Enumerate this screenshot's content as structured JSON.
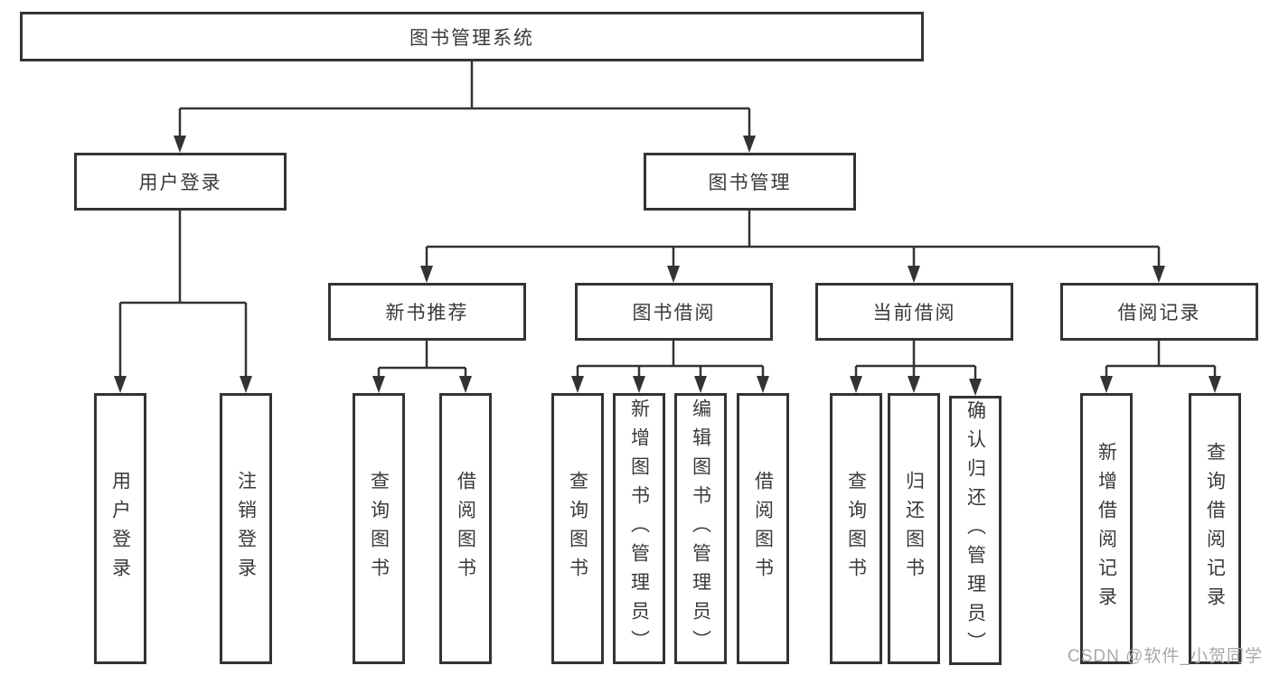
{
  "diagram": {
    "type": "hierarchy-diagram",
    "title": "图书管理系统",
    "nodes": {
      "root": {
        "label": "图书管理系统"
      },
      "user_login": {
        "label": "用户登录"
      },
      "book_mgmt": {
        "label": "图书管理"
      },
      "new_book_rec": {
        "label": "新书推荐"
      },
      "book_borrow": {
        "label": "图书借阅"
      },
      "current_borrow": {
        "label": "当前借阅"
      },
      "borrow_records": {
        "label": "借阅记录"
      },
      "leaf_user_login": {
        "label": "用户登录"
      },
      "leaf_logout": {
        "label": "注销登录"
      },
      "leaf_rec_query_book": {
        "label": "查询图书"
      },
      "leaf_rec_borrow_book": {
        "label": "借阅图书"
      },
      "leaf_bb_query_book": {
        "label": "查询图书"
      },
      "leaf_bb_add_book": {
        "label": "新增图书（管理员）"
      },
      "leaf_bb_edit_book": {
        "label": "编辑图书（管理员）"
      },
      "leaf_bb_borrow_book": {
        "label": "借阅图书"
      },
      "leaf_cb_query_book": {
        "label": "查询图书"
      },
      "leaf_cb_return_book": {
        "label": "归还图书"
      },
      "leaf_cb_confirm_return": {
        "label": "确认归还（管理员）"
      },
      "leaf_br_add_record": {
        "label": "新增借阅记录"
      },
      "leaf_br_query_record": {
        "label": "查询借阅记录"
      }
    },
    "edges": [
      [
        "root",
        "user_login"
      ],
      [
        "root",
        "book_mgmt"
      ],
      [
        "user_login",
        "leaf_user_login"
      ],
      [
        "user_login",
        "leaf_logout"
      ],
      [
        "book_mgmt",
        "new_book_rec"
      ],
      [
        "book_mgmt",
        "book_borrow"
      ],
      [
        "book_mgmt",
        "current_borrow"
      ],
      [
        "book_mgmt",
        "borrow_records"
      ],
      [
        "new_book_rec",
        "leaf_rec_query_book"
      ],
      [
        "new_book_rec",
        "leaf_rec_borrow_book"
      ],
      [
        "book_borrow",
        "leaf_bb_query_book"
      ],
      [
        "book_borrow",
        "leaf_bb_add_book"
      ],
      [
        "book_borrow",
        "leaf_bb_edit_book"
      ],
      [
        "book_borrow",
        "leaf_bb_borrow_book"
      ],
      [
        "current_borrow",
        "leaf_cb_query_book"
      ],
      [
        "current_borrow",
        "leaf_cb_return_book"
      ],
      [
        "current_borrow",
        "leaf_cb_confirm_return"
      ],
      [
        "borrow_records",
        "leaf_br_add_record"
      ],
      [
        "borrow_records",
        "leaf_br_query_record"
      ]
    ]
  },
  "watermark": {
    "text": "CSDN @软件_小贺同学"
  },
  "colors": {
    "line": "#333333",
    "box_border": "#333333",
    "text": "#3a3a3a",
    "watermark": "#a8a8a8",
    "background": "#ffffff"
  }
}
